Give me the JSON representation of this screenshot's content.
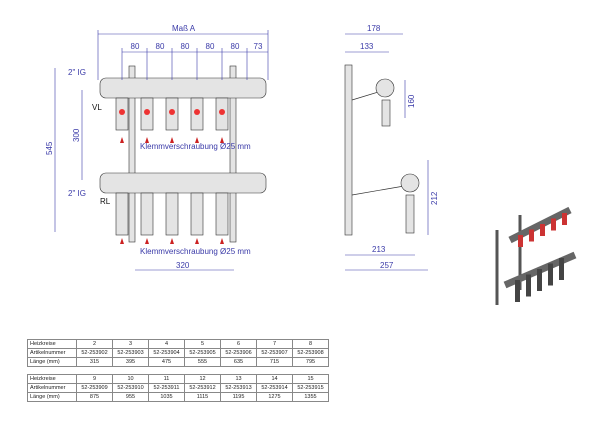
{
  "front": {
    "mass_a": "Maß A",
    "spacing": [
      "80",
      "80",
      "80",
      "80",
      "80",
      "73"
    ],
    "height_total": "545",
    "height_between": "300",
    "width_rail": "320",
    "thread_top": "2\" IG",
    "thread_bottom": "2\" IG",
    "vl": "VL",
    "rl": "RL",
    "fitting_top": "Klemmverschraubung Ø25 mm",
    "fitting_bottom": "Klemmverschraubung Ø25 mm"
  },
  "side": {
    "d178": "178",
    "d133": "133",
    "d160": "160",
    "d212": "212",
    "d213": "213",
    "d257": "257"
  },
  "tables": [
    {
      "rows": [
        [
          "Heizkreise",
          "2",
          "3",
          "4",
          "5",
          "6",
          "7",
          "8"
        ],
        [
          "Artikelnummer",
          "52-253902",
          "52-253903",
          "52-253904",
          "52-253905",
          "52-253906",
          "52-253907",
          "52-253908"
        ],
        [
          "Länge (mm)",
          "315",
          "395",
          "475",
          "555",
          "635",
          "715",
          "795"
        ]
      ]
    },
    {
      "rows": [
        [
          "Heizkreise",
          "9",
          "10",
          "11",
          "12",
          "13",
          "14",
          "15"
        ],
        [
          "Artikelnummer",
          "52-253909",
          "52-253910",
          "52-253911",
          "52-253912",
          "52-253913",
          "52-253914",
          "52-253915"
        ],
        [
          "Länge (mm)",
          "875",
          "955",
          "1035",
          "1115",
          "1195",
          "1275",
          "1355"
        ]
      ]
    }
  ]
}
